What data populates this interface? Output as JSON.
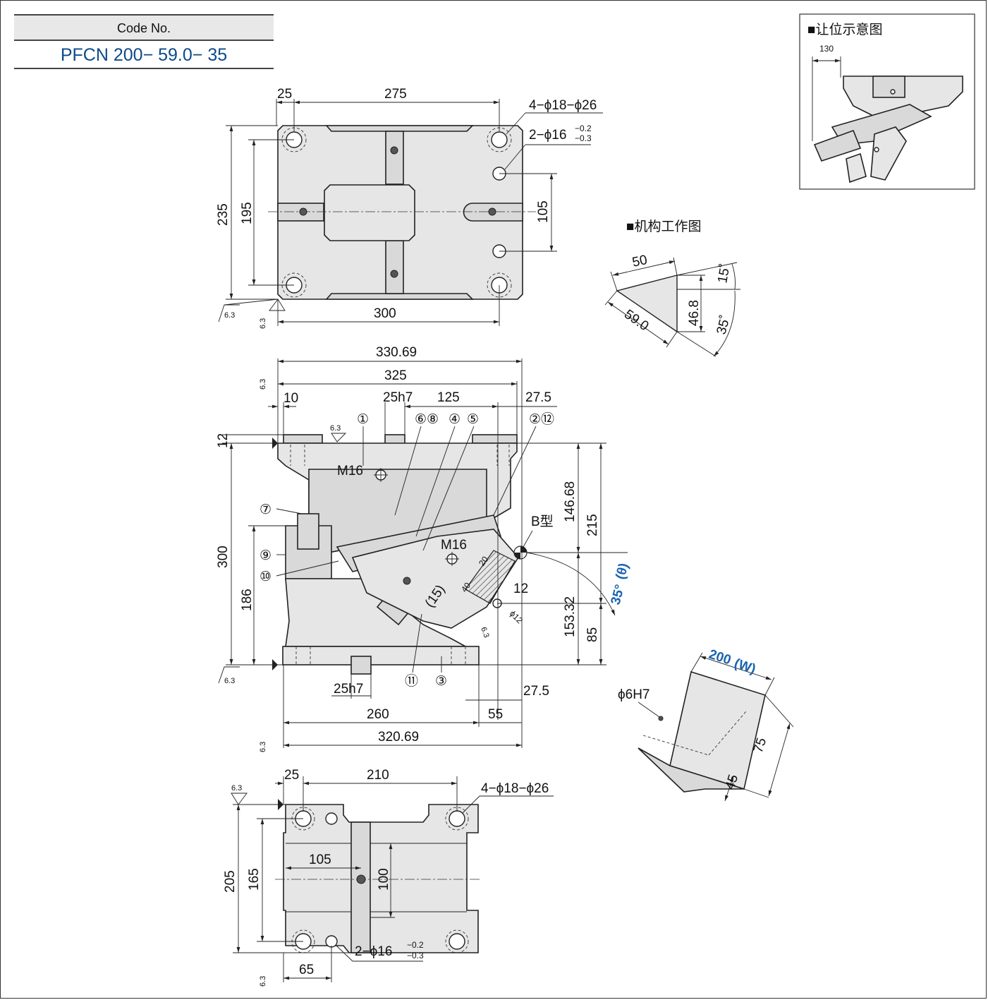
{
  "code": {
    "label": "Code No.",
    "value": "PFCN 200− 59.0− 35"
  },
  "roughness": "6.3",
  "top_view": {
    "dims": {
      "d25": "25",
      "d275": "275",
      "d235": "235",
      "d195": "195",
      "d105": "105",
      "d300": "300"
    },
    "holes1": "4−ϕ18−ϕ26",
    "holes2_base": "2−ϕ16",
    "holes2_tol_upper": "−0.2",
    "holes2_tol_lower": "−0.3"
  },
  "side_view": {
    "dims": {
      "d330_69": "330.69",
      "d325": "325",
      "d10": "10",
      "d25h7_top": "25h7",
      "d125": "125",
      "d27_5_top": "27.5",
      "d12": "12",
      "d300": "300",
      "d186": "186",
      "d146_68": "146.68",
      "d215": "215",
      "d153_32": "153.32",
      "d85": "85",
      "d25h7_bot": "25h7",
      "d260": "260",
      "d27_5_bot": "27.5",
      "d55": "55",
      "d320_69": "320.69",
      "d20": "20",
      "d40": "40",
      "d15": "(15)",
      "d12b": "12",
      "phi12": "ϕ12"
    },
    "m16_top": "M16",
    "m16_mid": "M16",
    "b_type": "B型",
    "angle_label": "35°",
    "theta": "(θ)",
    "parts": [
      "①",
      "②⑫",
      "③",
      "④",
      "⑤",
      "⑥⑧",
      "⑦",
      "⑨",
      "⑩",
      "⑪"
    ]
  },
  "bottom_view": {
    "dims": {
      "d25": "25",
      "d210": "210",
      "d205": "205",
      "d165": "165",
      "d105": "105",
      "d100": "100",
      "d65": "65"
    },
    "holes1": "4−ϕ18−ϕ26",
    "holes2_base": "2−ϕ16",
    "holes2_tol_upper": "−0.2",
    "holes2_tol_lower": "−0.3"
  },
  "clearance": {
    "title": "■让位示意图",
    "d130": "130"
  },
  "mechanism": {
    "title": "■机构工作图",
    "d50": "50",
    "d59": "59.0",
    "d46_8": "46.8",
    "a15": "15˚",
    "a35": "35˚"
  },
  "iso": {
    "width": "200",
    "w": "(W)",
    "phi6": "ϕ6H7",
    "d75": "75",
    "d45": "45"
  }
}
